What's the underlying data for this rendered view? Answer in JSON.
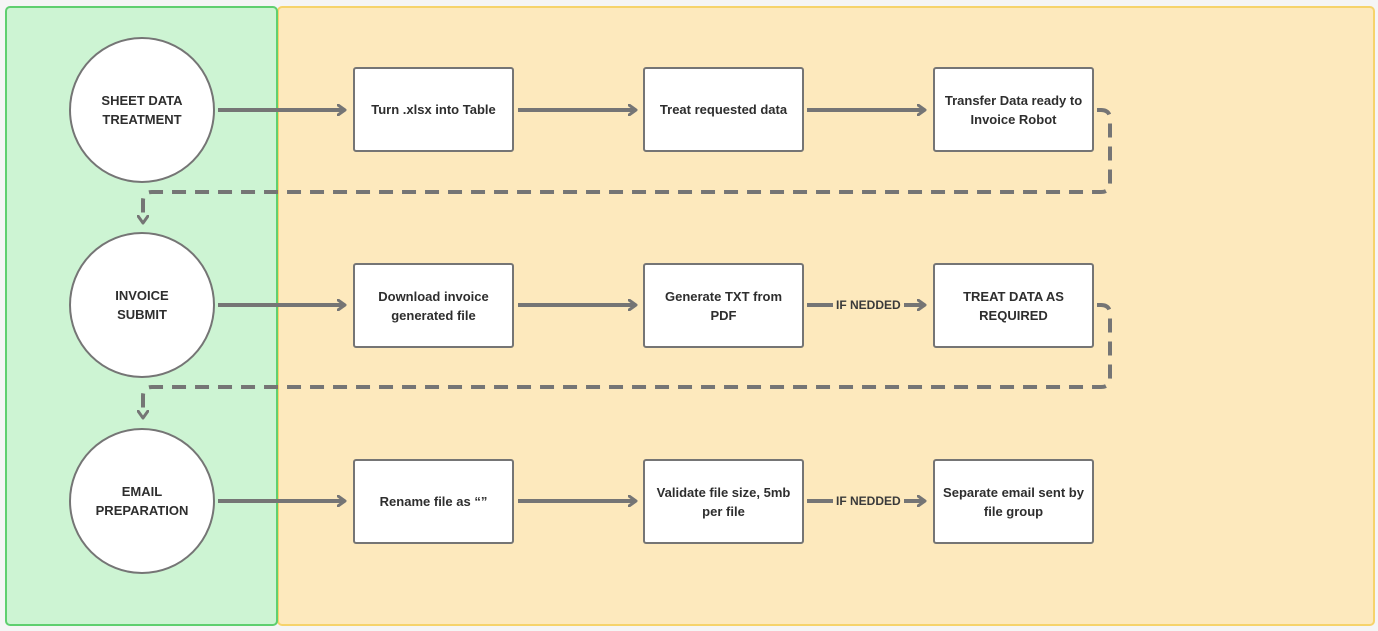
{
  "rows": [
    {
      "start": "SHEET DATA\nTREATMENT",
      "steps": [
        "Turn .xlsx into Table",
        "Treat requested data",
        "Transfer Data ready to\nInvoice Robot"
      ],
      "condition": ""
    },
    {
      "start": "INVOICE\nSUBMIT",
      "steps": [
        "Download invoice\ngenerated file",
        "Generate TXT from PDF",
        "TREAT DATA AS\nREQUIRED"
      ],
      "condition": "IF NEDDED"
    },
    {
      "start": "EMAIL\nPREPARATION",
      "steps": [
        "Rename file as “”",
        "Validate file size, 5mb\nper file",
        "Separate email sent by\nfile group"
      ],
      "condition": "IF NEDDED"
    }
  ],
  "colors": {
    "lane_left_fill": "#cdf4d3",
    "lane_left_border": "#5fcf6f",
    "lane_right_fill": "#fde9bd",
    "lane_right_border": "#f6d36b",
    "connector": "#757575"
  }
}
